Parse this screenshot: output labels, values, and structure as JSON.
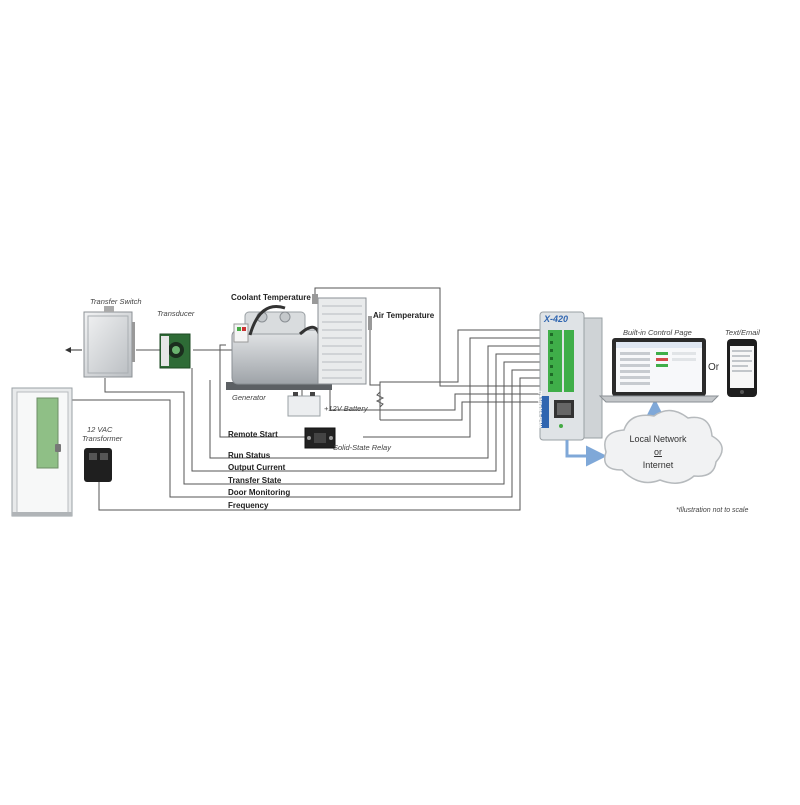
{
  "labels": {
    "transfer_switch": "Transfer Switch",
    "transducer": "Transducer",
    "coolant_temperature": "Coolant Temperature",
    "air_temperature": "Air Temperature",
    "generator": "Generator",
    "battery": "+12V Battery",
    "transformer_line1": "12 VAC",
    "transformer_line2": "Transformer",
    "remote_start": "Remote Start",
    "solid_state_relay": "Solid-State Relay",
    "run_status": "Run Status",
    "output_current": "Output Current",
    "transfer_state": "Transfer State",
    "door_monitoring": "Door Monitoring",
    "frequency": "Frequency",
    "built_in_control_page": "Built-in Control Page",
    "text_email": "Text/Email",
    "or": "Or",
    "cloud_line1": "Local Network",
    "cloud_line2": "or",
    "cloud_line3": "Internet",
    "note": "*Illustration not to scale",
    "device_logo": "X-420",
    "device_side_text": "WEB-ENABLED"
  },
  "colors": {
    "wire": "#555555",
    "network_arrow": "#7fa8d8",
    "terminal_green": "#3fae49",
    "device_body": "#dfe3e6",
    "generator_body": "#c9ccce"
  }
}
